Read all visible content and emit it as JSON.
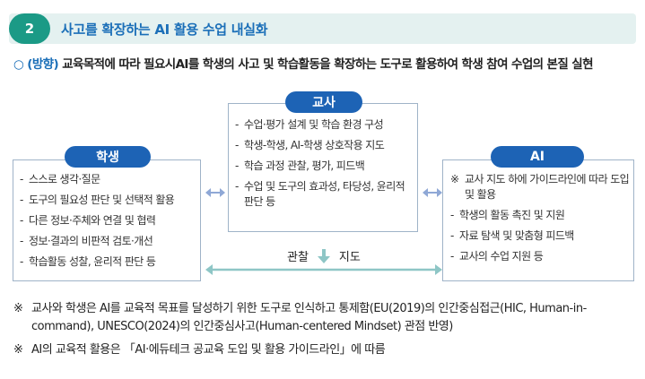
{
  "section": {
    "number": "2",
    "title": "사고를 확장하는 AI 활용 수업 내실화"
  },
  "policy": {
    "bullet": "○",
    "tag": "(방향)",
    "text": "교육목적에 따라 필요시AI를 학생의 사고 및 학습활동을 확장하는 도구로 활용하여 학생 참여 수업의 본질 실현"
  },
  "teacher": {
    "label": "교사",
    "items": [
      "수업·평가 설계 및 학습 환경 구성",
      "학생-학생, AI-학생 상호작용 지도",
      "학습 과정 관찰, 평가, 피드백",
      "수업 및 도구의 효과성, 타당성, 윤리적 판단 등"
    ]
  },
  "student": {
    "label": "학생",
    "items": [
      "스스로 생각·질문",
      "도구의 필요성 판단 및 선택적 활용",
      "다른 정보·주체와 연결 및 협력",
      "정보·결과의 비판적 검토·개선",
      "학습활동 성찰, 윤리적 판단 등"
    ]
  },
  "ai": {
    "label": "AI",
    "note": "교사 지도 하에 가이드라인에 따라 도입 및 활용",
    "items": [
      "학생의 활동 촉진 및 지원",
      "자료 탐색 및 맞춤형 피드백",
      "교사의 수업 지원 등"
    ]
  },
  "relation": {
    "left": "관찰",
    "right": "지도"
  },
  "footnotes": [
    {
      "mark": "※",
      "text": "교사와 학생은 AI를 교육적 목표를 달성하기 위한 도구로 인식하고 통제함(EU(2019)의 인간중심접근(HIC, Human-in-command), UNESCO(2024)의 인간중심사고(Human-centered Mindset) 관점 반영)"
    },
    {
      "mark": "※",
      "text": "AI의 교육적 활용은 「AI·에듀테크 공교육 도입 및 활용 가이드라인」에 따름"
    }
  ],
  "colors": {
    "accent_green": "#1b9a86",
    "accent_blue": "#1d63b5",
    "arrow_light": "#8ec6c6"
  }
}
